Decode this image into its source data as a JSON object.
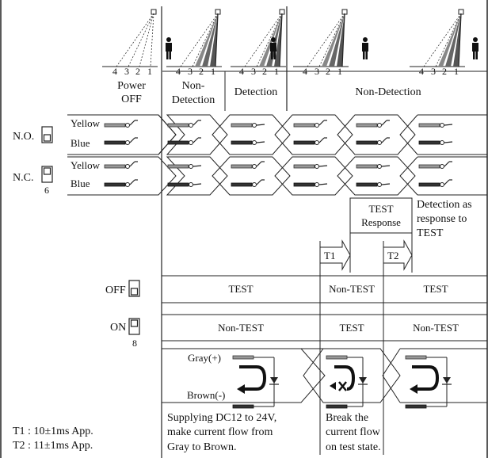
{
  "states": {
    "power_off": [
      "Power",
      "OFF"
    ],
    "non_detection_1": [
      "Non-",
      "Detection"
    ],
    "detection": "Detection",
    "non_detection_2": "Non-Detection"
  },
  "zone_numbers": [
    "4",
    "3",
    "2",
    "1"
  ],
  "outputs": {
    "no_label": "N.O.",
    "nc_label": "N.C.",
    "nc_number": "6",
    "yellow": "Yellow",
    "blue": "Blue"
  },
  "test_response": {
    "box": [
      "TEST",
      "Response"
    ],
    "note": [
      "Detection as",
      "response to",
      "TEST"
    ],
    "t1": "T1",
    "t2": "T2"
  },
  "test_switch": {
    "off_label": "OFF",
    "on_label": "ON",
    "on_number": "8",
    "off_row": [
      "TEST",
      "Non-TEST",
      "TEST"
    ],
    "on_row": [
      "Non-TEST",
      "TEST",
      "Non-TEST"
    ]
  },
  "current": {
    "gray": "Gray(+)",
    "brown": "Brown(-)"
  },
  "captions": {
    "supplying": [
      "Supplying DC12 to 24V,",
      "make current flow from",
      "Gray to Brown."
    ],
    "break": [
      "Break the",
      "current  flow",
      "on test state."
    ]
  },
  "timing": {
    "t1": "T1 : 10±1ms App.",
    "t2": "T2 : 11±1ms App."
  }
}
